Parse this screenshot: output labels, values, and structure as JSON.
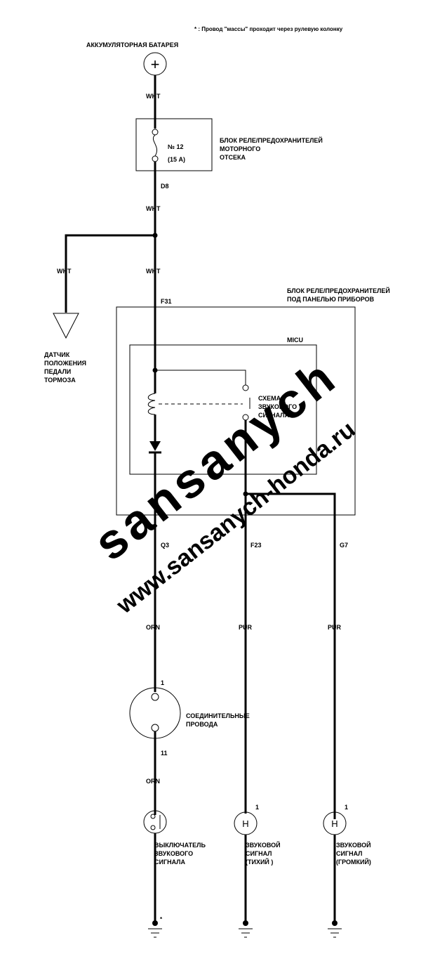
{
  "colors": {
    "ink": "#000000",
    "watermark": "#d9d9d9",
    "background": "#ffffff"
  },
  "note": "* : Провод \"массы\" проходит через рулевую колонку",
  "battery": {
    "label": "АККУМУЛЯТОРНАЯ БАТАРЕЯ",
    "symbol": "+"
  },
  "wires": {
    "wht": "WHT",
    "orn": "ORN",
    "pur": "PUR"
  },
  "engine_fuse_box": {
    "fuse_number": "№ 12",
    "fuse_rating": "(15 А)",
    "label_lines": [
      "БЛОК РЕЛЕ/ПРЕДОХРАНИТЕЛЕЙ",
      "МОТОРНОГО",
      "ОТСЕКА"
    ]
  },
  "connectors": {
    "d8": "D8",
    "f31": "F31",
    "q3": "Q3",
    "f23": "F23",
    "g7": "G7",
    "pin_1": "1",
    "pin_11": "11"
  },
  "brake_sensor": {
    "label_lines": [
      "ДАТЧИК",
      "ПОЛОЖЕНИЯ",
      "ПЕДАЛИ",
      "ТОРМОЗА"
    ]
  },
  "dash_fuse_box": {
    "label_lines": [
      "БЛОК РЕЛЕ/ПРЕДОХРАНИТЕЛЕЙ",
      "ПОД ПАНЕЛЬЮ ПРИБОРОВ"
    ]
  },
  "micu": {
    "label": "MICU",
    "horn_circuit_lines": [
      "СХЕМА",
      "ЗВУКОВОГО",
      "СИГНАЛА"
    ]
  },
  "cable_reel": {
    "label_lines": [
      "СОЕДИНИТЕЛЬНЫЕ",
      "ПРОВОДА"
    ]
  },
  "horn_switch": {
    "label_lines": [
      "ВЫКЛЮЧАТЕЛЬ",
      "ЗВУКОВОГО",
      "СИГНАЛА"
    ]
  },
  "horn_low": {
    "symbol": "H",
    "pin": "1",
    "label_lines": [
      "ЗВУКОВОЙ",
      "СИГНАЛ",
      "(ТИХИЙ )"
    ]
  },
  "horn_high": {
    "symbol": "H",
    "pin": "1",
    "label_lines": [
      "ЗВУКОВОЙ",
      "СИГНАЛ",
      "(ГРОМКИЙ)"
    ]
  },
  "ground": {
    "marker": "*"
  },
  "watermark": {
    "line1": "sansanych",
    "line2": "www.sansanych-honda.ru"
  }
}
